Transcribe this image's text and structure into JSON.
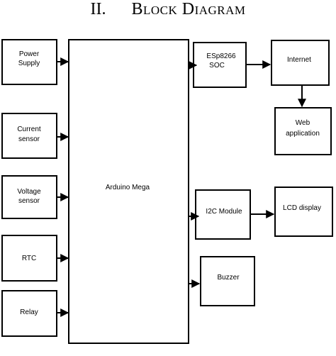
{
  "title": {
    "number": "II.",
    "text": "Block Diagram"
  },
  "blocks": {
    "power_supply": [
      "Power",
      "Supply"
    ],
    "current_sensor": [
      "Current",
      "sensor"
    ],
    "voltage_sensor": [
      "Voltage",
      "sensor"
    ],
    "rtc": [
      "RTC"
    ],
    "relay": [
      "Relay"
    ],
    "arduino": [
      "Arduino Mega"
    ],
    "esp": [
      "ESp8266",
      "SOC"
    ],
    "internet": [
      "Internet"
    ],
    "web_app": [
      "Web",
      "application"
    ],
    "i2c": [
      "I2C Module"
    ],
    "lcd": [
      "LCD display"
    ],
    "buzzer": [
      "Buzzer"
    ]
  }
}
